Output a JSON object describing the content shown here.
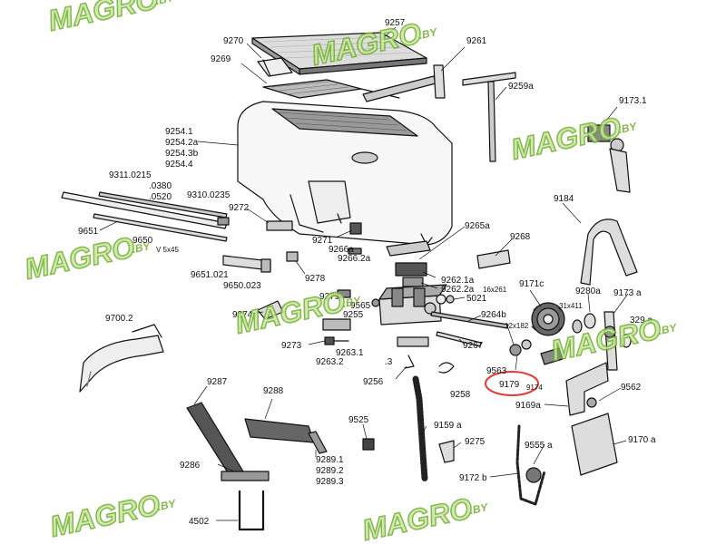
{
  "watermark": {
    "text": "MAGRO",
    "suffix": ".BY",
    "fill": "#c8e6a0",
    "stroke": "#6fae2c"
  },
  "highlight": {
    "part": "9179",
    "stroke": "#e53935"
  },
  "labels": {
    "p9257": "9257",
    "p9270": "9270",
    "p9261": "9261",
    "p9269": "9269",
    "p9259a": "9259a",
    "p9173_1": "9173.1",
    "p9254_1": "9254.1",
    "p9254_2a": "9254.2a",
    "p9254_3b": "9254.3b",
    "p9254_4": "9254.4",
    "p9311_0215": "9311.0215",
    "p0380": ".0380",
    "p0520": ".0520",
    "p9310_0235": "9310.0235",
    "p9272": "9272",
    "p9651": "9651",
    "p9650": "9650",
    "pV5x45": "V 5x45",
    "p9271": "9271",
    "p9266a": "9266a",
    "p9266_2a": "9266.2a",
    "p9265a": "9265a",
    "p9268": "9268",
    "p9184": "9184",
    "p9651_021": "9651.021",
    "p9278": "9278",
    "p9650_023": "9650.023",
    "p9262_1a": "9262.1a",
    "p9262_2a": "9262.2a",
    "p16x261": "16x261",
    "p5021": "5021",
    "p9171c": "9171c",
    "p9280a": "9280a",
    "p9173a": "9173 a",
    "p9279": "9279",
    "p9565": "9565",
    "p9255": "9255",
    "p9264b": "9264b",
    "p31x411": "31x411",
    "p9274": "9274",
    "p9700_2": "9700.2",
    "p12x182": "12x182",
    "p329a": "329 a",
    "p9273": "9273",
    "p9263_2": "9263.2",
    "p9263_1": "9263.1",
    "p3": ".3",
    "p9267": "9267",
    "p9563": "9563",
    "p9174": "9174",
    "p9256": "9256",
    "p9258": "9258",
    "p9562": "9562",
    "p9169a": "9169a",
    "p9287": "9287",
    "p9288": "9288",
    "p9525": "9525",
    "p9159a": "9159 a",
    "p9275": "9275",
    "p9170a": "9170 a",
    "p9555a": "9555 a",
    "p9286": "9286",
    "p9289_1": "9289.1",
    "p9289_2": "9289.2",
    "p9289_3": "9289.3",
    "p9172b": "9172 b",
    "p4502": "4502"
  }
}
